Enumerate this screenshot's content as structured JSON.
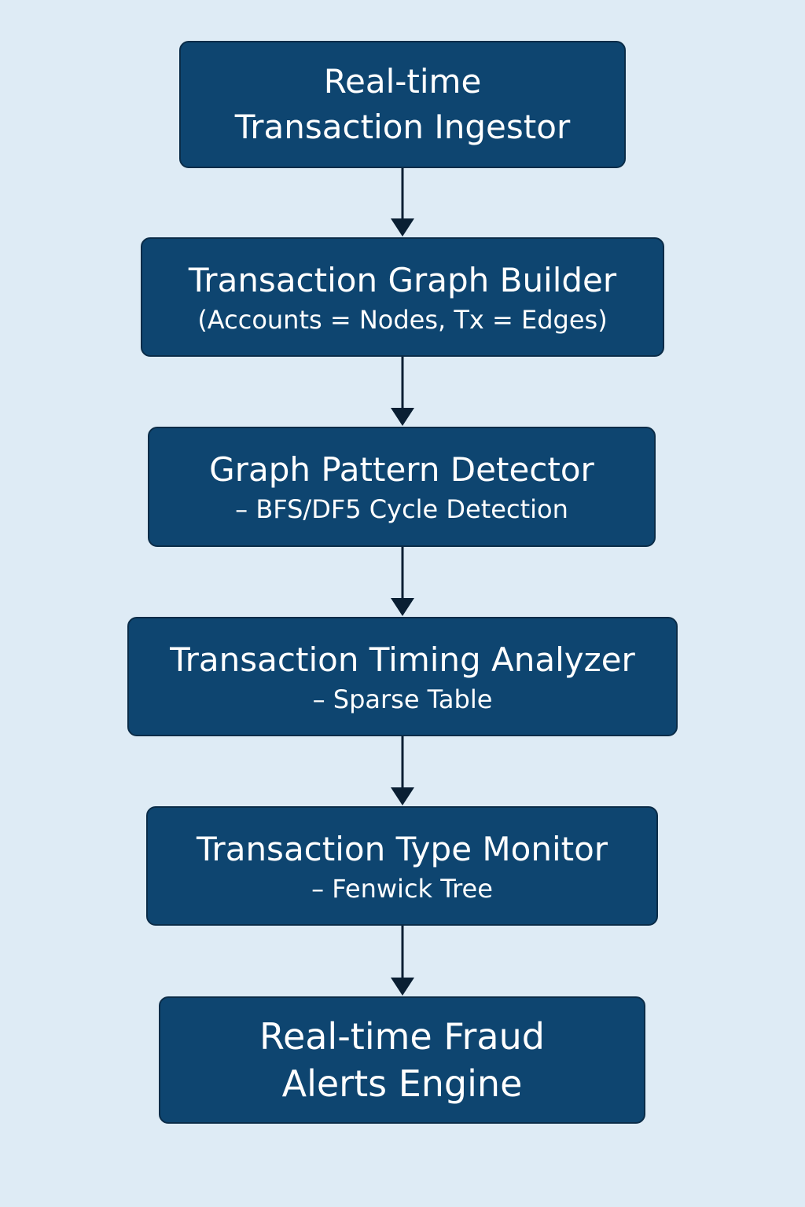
{
  "diagram": {
    "nodes": [
      {
        "id": "ingestor",
        "title_lines": [
          "Real-time",
          "Transaction Ingestor"
        ],
        "subtitle": ""
      },
      {
        "id": "graph-builder",
        "title_lines": [
          "Transaction Graph Builder"
        ],
        "subtitle": "(Accounts = Nodes, Tx = Edges)"
      },
      {
        "id": "pattern-detector",
        "title_lines": [
          "Graph Pattern Detector"
        ],
        "subtitle": "– BFS/DF5 Cycle Detection"
      },
      {
        "id": "timing-analyzer",
        "title_lines": [
          "Transaction Timing Analyzer"
        ],
        "subtitle": "– Sparse Table"
      },
      {
        "id": "type-monitor",
        "title_lines": [
          "Transaction Type Monitor"
        ],
        "subtitle": "– Fenwick Tree"
      },
      {
        "id": "alerts-engine",
        "title_lines": [
          "Real-time Fraud",
          "Alerts Engine"
        ],
        "subtitle": ""
      }
    ],
    "edges": [
      {
        "from": "ingestor",
        "to": "graph-builder"
      },
      {
        "from": "graph-builder",
        "to": "pattern-detector"
      },
      {
        "from": "pattern-detector",
        "to": "timing-analyzer"
      },
      {
        "from": "timing-analyzer",
        "to": "type-monitor"
      },
      {
        "from": "type-monitor",
        "to": "alerts-engine"
      }
    ],
    "colors": {
      "background": "#deebf5",
      "node_fill": "#0e4570",
      "node_border": "#0a2c48",
      "node_text": "#ffffff",
      "arrow": "#0a1f33"
    }
  }
}
